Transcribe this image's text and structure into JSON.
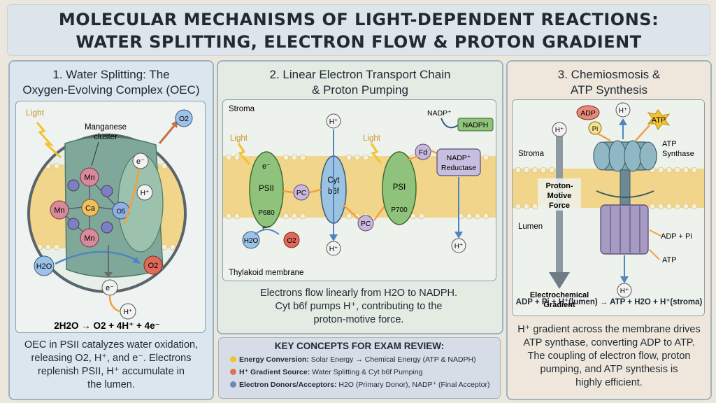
{
  "title": {
    "line1": "MOLECULAR MECHANISMS OF LIGHT-DEPENDENT REACTIONS:",
    "line2": "WATER SPLITTING, ELECTRON FLOW & PROTON GRADIENT"
  },
  "panel1": {
    "title_line1": "1. Water Splitting: The",
    "title_line2": "Oxygen-Evolving Complex (OEC)",
    "light": "Light",
    "cluster_line1": "Manganese",
    "cluster_line2": "cluster",
    "mn": "Mn",
    "ca": "Ca",
    "o5": "O5",
    "o2": "O2",
    "electron": "e⁻",
    "proton": "H⁺",
    "h2o": "H2O",
    "equation": "2H2O → O2 + 4H⁺ + 4e⁻",
    "caption_line1": "OEC in PSII catalyzes water oxidation,",
    "caption_line2": "releasing O2, H⁺, and e⁻. Electrons",
    "caption_line3": "replenish PSII, H⁺ accumulate in",
    "caption_line4": "the lumen."
  },
  "panel2": {
    "title_line1": "2. Linear Electron Transport Chain",
    "title_line2": "& Proton Pumping",
    "stroma": "Stroma",
    "light": "Light",
    "psii": "PSII",
    "p680": "P680",
    "pc": "PC",
    "cyt_line1": "Cyt",
    "cyt_line2": "b6f",
    "psi": "PSI",
    "p700": "P700",
    "fd": "Fd",
    "nadp_plus": "NADP⁺",
    "nadph": "NADPH",
    "reductase_line1": "NADP⁺",
    "reductase_line2": "Reductase",
    "h_plus": "H⁺",
    "electron": "e⁻",
    "h2o": "H2O",
    "o2": "O2",
    "membrane": "Thylakoid membrane",
    "caption_line1": "Electrons flow linearly from H2O to NADPH.",
    "caption_line2": "Cyt b6f pumps H⁺, contributing to the",
    "caption_line3": "proton-motive force."
  },
  "key": {
    "title": "KEY CONCEPTS FOR EXAM REVIEW:",
    "rows": [
      {
        "label": "Energy Conversion:",
        "text": "Solar Energy → Chemical Energy (ATP & NADPH)",
        "color": "#f2c230"
      },
      {
        "label": "H⁺ Gradient Source:",
        "text": "Water Splitting & Cyt b6f Pumping",
        "color": "#e0705a"
      },
      {
        "label": "Electron Donors/Acceptors:",
        "text": "H2O (Primary Donor), NADP⁺ (Final Acceptor)",
        "color": "#6f88b8"
      }
    ]
  },
  "panel3": {
    "title_line1": "3. Chemiosmosis &",
    "title_line2": "ATP Synthesis",
    "adp": "ADP",
    "pi": "Pi",
    "h_plus": "H⁺",
    "atp": "ATP",
    "stroma": "Stroma",
    "synthase_line1": "ATP",
    "synthase_line2": "Synthase",
    "pmf_line1": "Proton-",
    "pmf_line2": "Motive",
    "pmf_line3": "Force",
    "lumen": "Lumen",
    "adp_pi": "ADP + Pi",
    "atp_out": "ATP",
    "gradient_line1": "Electrochemical",
    "gradient_line2": "Gradient",
    "equation": "ADP + Pi + H⁺(lumen) → ATP + H2O + H⁺(stroma)",
    "caption_line1": "H⁺ gradient across the membrane drives",
    "caption_line2": "ATP synthase, converting ADP to ATP.",
    "caption_line3": "The coupling of electron flow, proton",
    "caption_line4": "pumping, and ATP synthesis is",
    "caption_line5": "highly efficient."
  },
  "colors": {
    "membrane": "#f1d58a",
    "protein": "#7fa89a",
    "psi_green": "#8fc27a",
    "cyt_blue": "#9cc2e2",
    "pc_purple": "#c7b8dc",
    "o2_red": "#e06a5a",
    "h2o_blue": "#9cc2e8",
    "arrow_orange": "#f2a040",
    "arrow_blue": "#4f86c0"
  }
}
